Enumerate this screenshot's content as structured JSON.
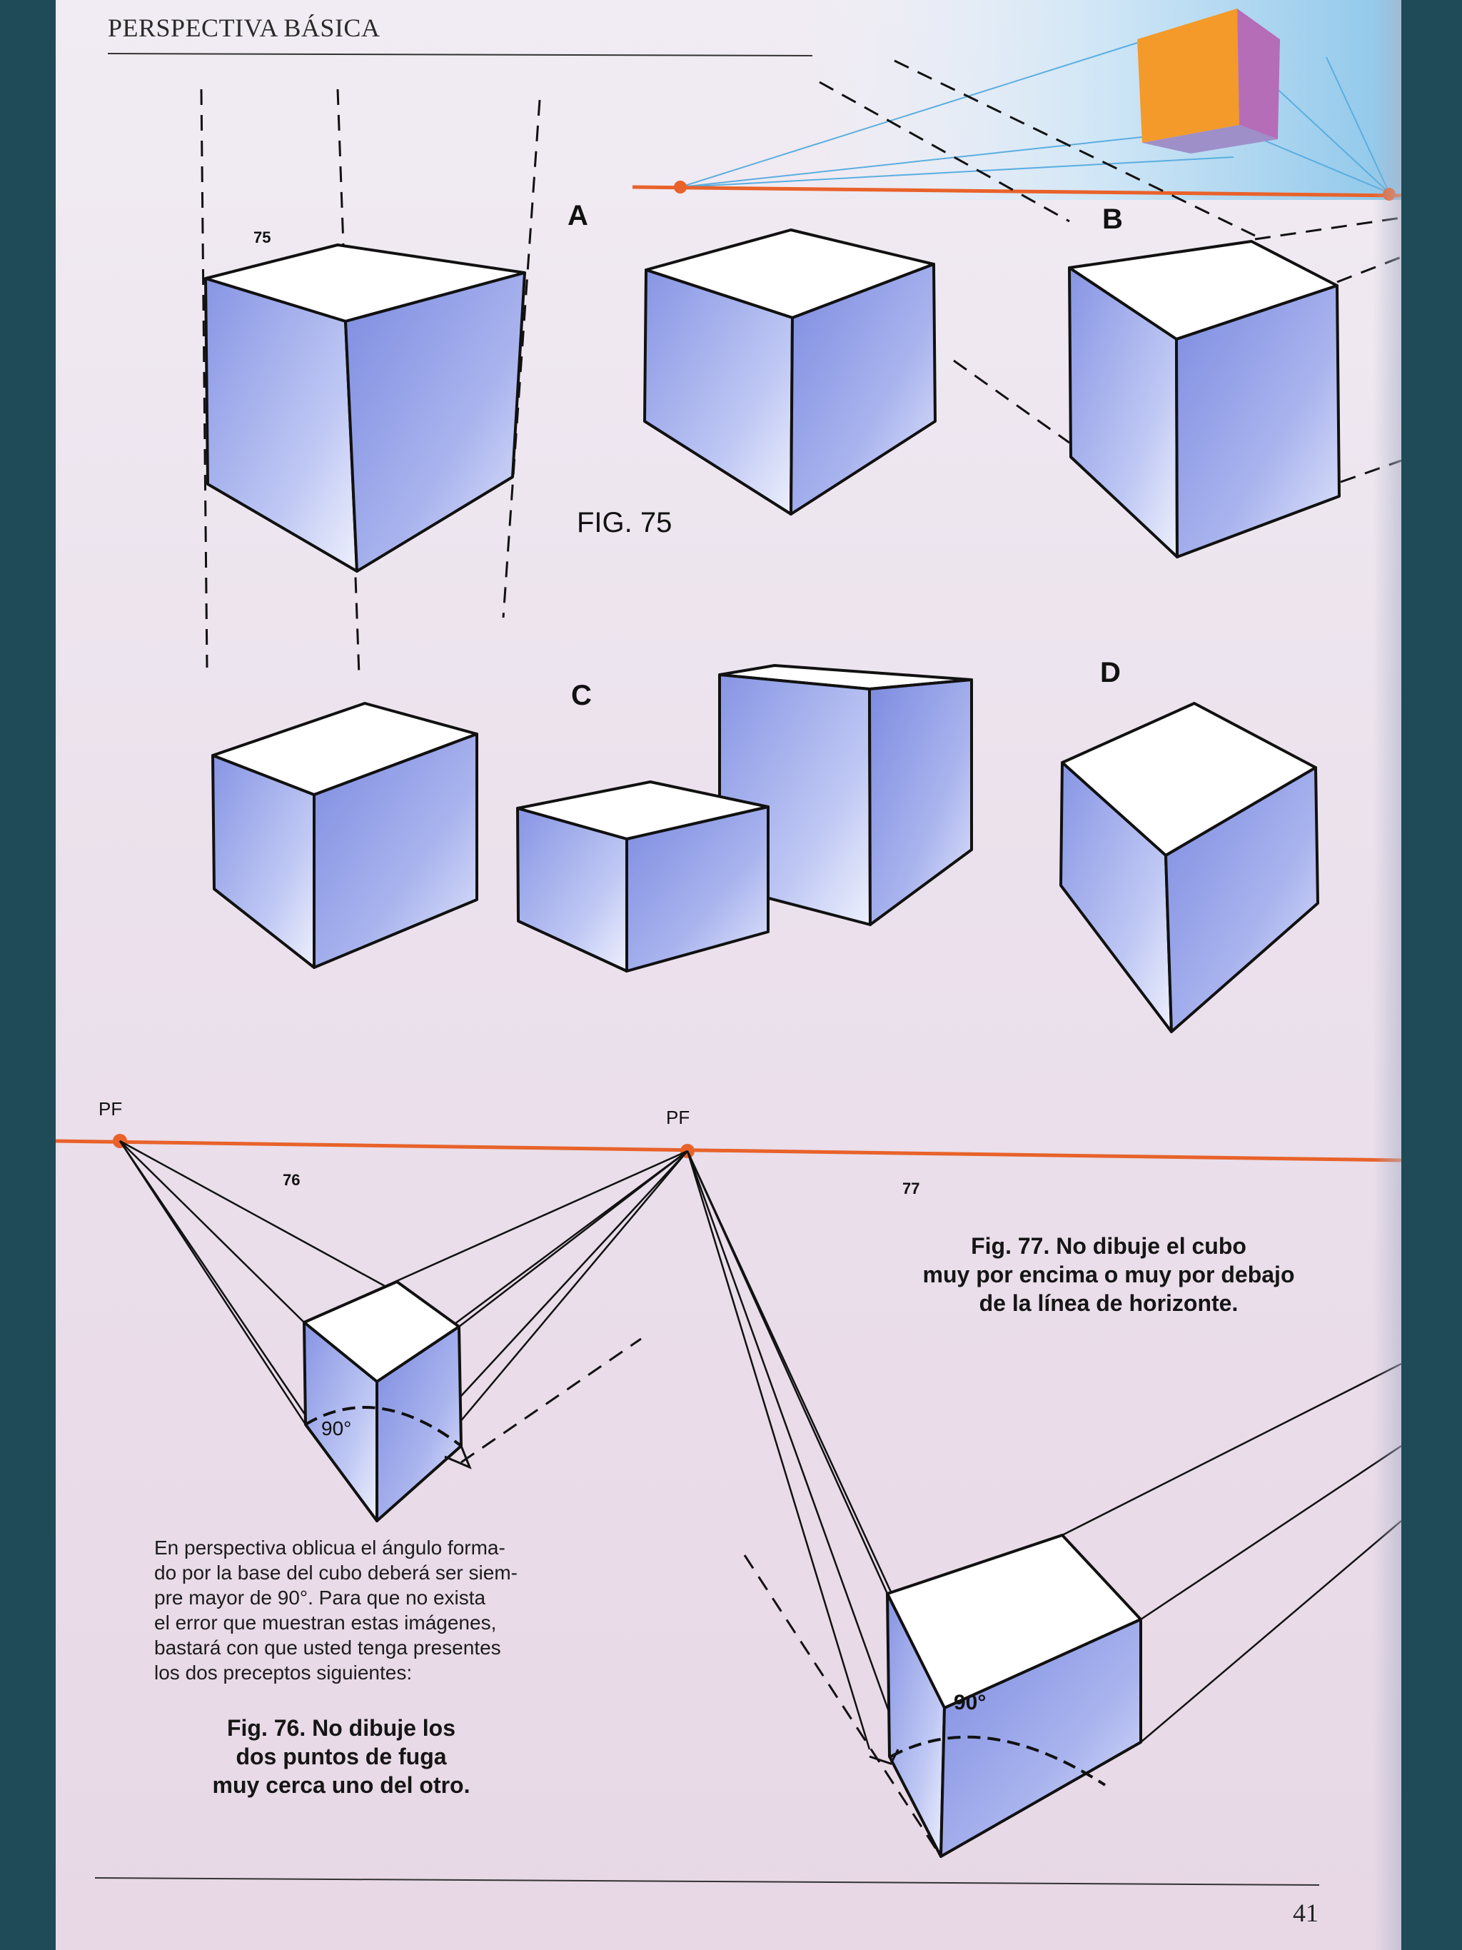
{
  "header": {
    "title": "PERSPECTIVA BÁSICA"
  },
  "fig75": {
    "caption": "FIG. 75",
    "number": "75",
    "labels": {
      "a": "A",
      "b": "B",
      "c": "C",
      "d": "D"
    }
  },
  "fig76": {
    "number": "76",
    "vanishing_point_label": "PF",
    "angle_label": "90°",
    "caption": "Fig. 76. No dibuje los\ndos puntos de fuga\nmuy cerca uno del otro."
  },
  "fig77": {
    "number": "77",
    "vanishing_point_label": "PF",
    "angle_label": "90°",
    "caption": "Fig. 77. No dibuje el cubo\nmuy por encima o muy por debajo\nde la línea de horizonte."
  },
  "body_text": "En perspectiva oblicua el ángulo forma-\ndo por la base del cubo deberá ser siem-\npre mayor de 90°. Para que no exista\nel error que muestran estas imágenes,\nbastará con que usted tenga presentes\nlos dos preceptos siguientes:",
  "footer": {
    "page_number": "41"
  },
  "colors": {
    "horizon_line": "#e8622a",
    "cube_side": "#8e9ce6",
    "cube_top": "#ffffff",
    "thumbnail_cube_front": "#f39a2a",
    "thumbnail_cube_side": "#b56db8",
    "page_background": "#ede4ee",
    "binding_background": "#1f4a58"
  }
}
